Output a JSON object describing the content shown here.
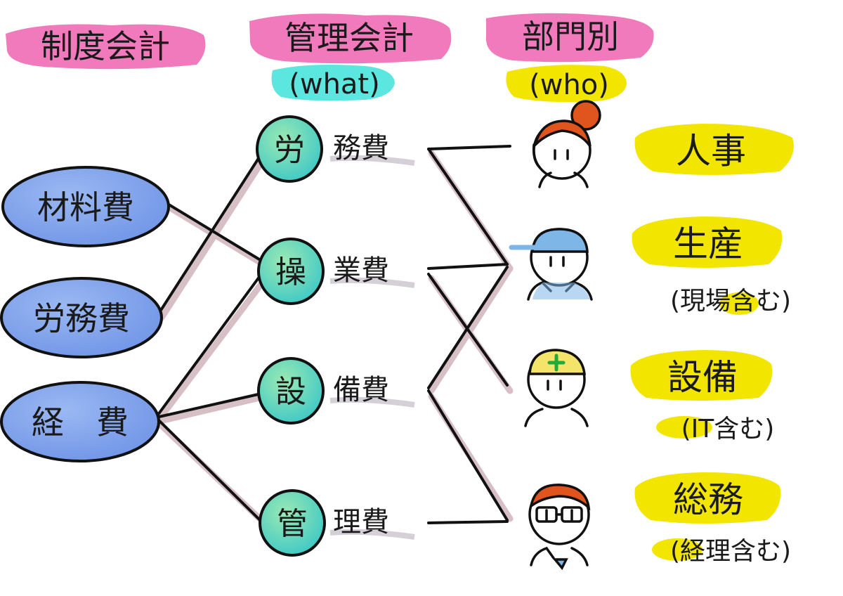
{
  "headers": {
    "financial": "制度会計",
    "management": "管理会計",
    "management_sub": "(what)",
    "department": "部門別",
    "department_sub": "(who)"
  },
  "financial_items": [
    {
      "label": "材料費"
    },
    {
      "label": "労務費"
    },
    {
      "label": "経　費"
    }
  ],
  "management_items": [
    {
      "circle": "労",
      "rest": "務費"
    },
    {
      "circle": "操",
      "rest": "業費"
    },
    {
      "circle": "設",
      "rest": "備費"
    },
    {
      "circle": "管",
      "rest": "理費"
    }
  ],
  "departments": [
    {
      "label": "人事",
      "note": ""
    },
    {
      "label": "生産",
      "note": "(現場含む)"
    },
    {
      "label": "設備",
      "note": "(IT含む)"
    },
    {
      "label": "総務",
      "note": "(経理含む)"
    }
  ],
  "colors": {
    "pink_highlight": "#f06bb5",
    "cyan_highlight": "#5ce6e0",
    "yellow_highlight": "#f2e600",
    "oval_blue": "#86a8ee",
    "circle_cyan": "#4fd6c8",
    "circle_green": "#8fe6a8",
    "line_shadow": "#caaab4",
    "skin_orange": "#e0541e",
    "cap_blue": "#7fb6e8",
    "helmet_yellow": "#f4e46a",
    "cross_green": "#22aa3a"
  },
  "icons": [
    "woman-hr-icon",
    "cap-worker-icon",
    "helmet-engineer-icon",
    "glasses-clerk-icon"
  ]
}
